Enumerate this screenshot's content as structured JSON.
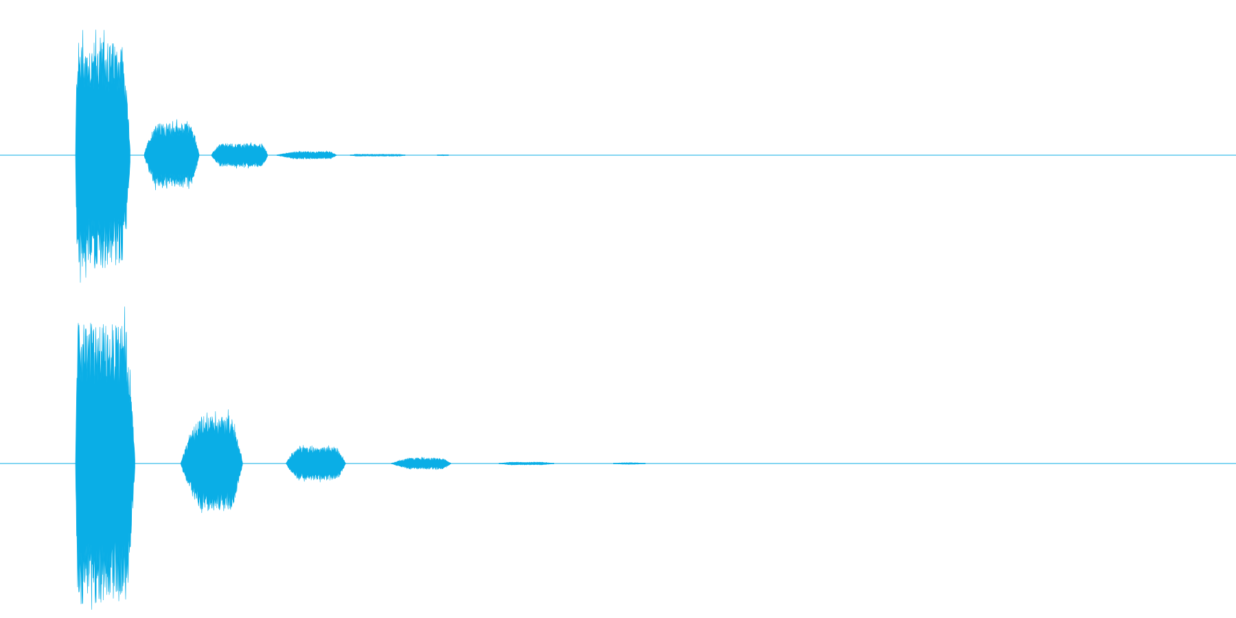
{
  "waveform": {
    "color": "#0aaee6",
    "duration_s": 2.7,
    "channels": [
      {
        "id": "left",
        "bursts": [
          {
            "start_s": 0.165,
            "end_s": 0.285,
            "peak": 0.92,
            "attack": 0.03,
            "decay": 0.15
          },
          {
            "start_s": 0.315,
            "end_s": 0.435,
            "peak": 0.26,
            "attack": 0.2,
            "decay": 0.15
          },
          {
            "start_s": 0.462,
            "end_s": 0.585,
            "peak": 0.095,
            "attack": 0.15,
            "decay": 0.1
          },
          {
            "start_s": 0.605,
            "end_s": 0.735,
            "peak": 0.03,
            "attack": 0.3,
            "decay": 0.1
          },
          {
            "start_s": 0.765,
            "end_s": 0.885,
            "peak": 0.008,
            "attack": 0.1,
            "decay": 0.1
          },
          {
            "start_s": 0.955,
            "end_s": 0.98,
            "peak": 0.005,
            "attack": 0.5,
            "decay": 0.5
          }
        ]
      },
      {
        "id": "right",
        "bursts": [
          {
            "start_s": 0.165,
            "end_s": 0.295,
            "peak": 1.0,
            "attack": 0.03,
            "decay": 0.15
          },
          {
            "start_s": 0.395,
            "end_s": 0.53,
            "peak": 0.34,
            "attack": 0.3,
            "decay": 0.18
          },
          {
            "start_s": 0.625,
            "end_s": 0.755,
            "peak": 0.12,
            "attack": 0.2,
            "decay": 0.15
          },
          {
            "start_s": 0.855,
            "end_s": 0.985,
            "peak": 0.04,
            "attack": 0.3,
            "decay": 0.15
          },
          {
            "start_s": 1.09,
            "end_s": 1.21,
            "peak": 0.01,
            "attack": 0.2,
            "decay": 0.2
          },
          {
            "start_s": 1.34,
            "end_s": 1.41,
            "peak": 0.006,
            "attack": 0.3,
            "decay": 0.3
          }
        ]
      }
    ]
  }
}
